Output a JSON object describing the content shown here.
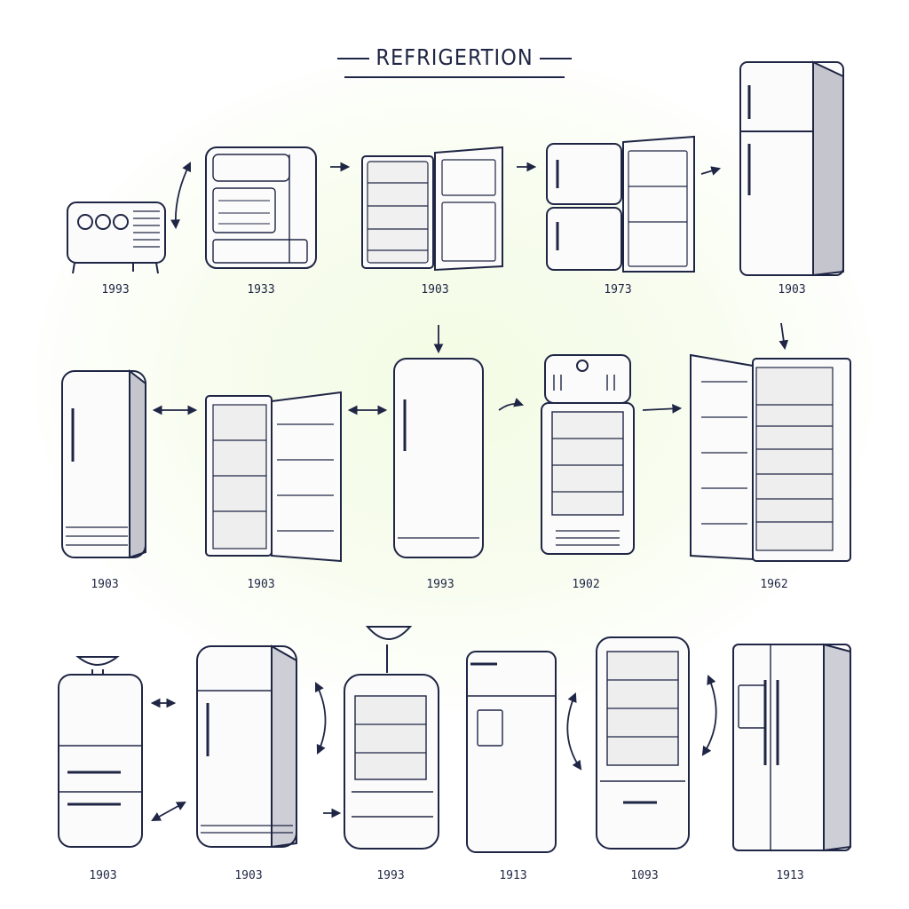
{
  "title": "REFRIGERTION",
  "colors": {
    "ink": "#1f2544",
    "paper": "#ffffff",
    "glow": "#f3fbe4"
  },
  "rows": [
    {
      "items": [
        {
          "kind": "icebox-heater",
          "year": "1993"
        },
        {
          "kind": "cabinet-cooler",
          "year": "1933"
        },
        {
          "kind": "open-door-fridge",
          "year": "1903"
        },
        {
          "kind": "two-door-open-fridge",
          "year": "1973"
        },
        {
          "kind": "tall-top-freezer",
          "year": "1903"
        }
      ]
    },
    {
      "items": [
        {
          "kind": "rounded-single-door",
          "year": "1903"
        },
        {
          "kind": "open-shelves-fridge",
          "year": "1903"
        },
        {
          "kind": "rounded-single-door",
          "year": "1993"
        },
        {
          "kind": "glass-front-fridge",
          "year": "1902"
        },
        {
          "kind": "wide-open-fridge",
          "year": "1962"
        }
      ]
    },
    {
      "items": [
        {
          "kind": "bowl-top-fridge",
          "year": "1903"
        },
        {
          "kind": "retro-top-freezer",
          "year": "1903"
        },
        {
          "kind": "display-fridge",
          "year": "1993"
        },
        {
          "kind": "water-dispenser-fridge",
          "year": "1913"
        },
        {
          "kind": "open-pantry-fridge",
          "year": "1093"
        },
        {
          "kind": "side-by-side-fridge",
          "year": "1913"
        }
      ]
    }
  ]
}
